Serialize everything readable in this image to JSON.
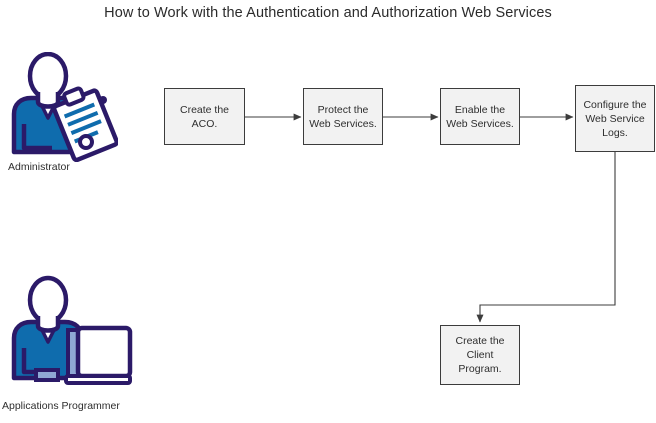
{
  "diagram": {
    "title": "How to Work with the Authentication and Authorization Web Services",
    "type": "flowchart",
    "colors": {
      "node_fill": "#f2f2f2",
      "node_border": "#3c3c3c",
      "connector": "#3c3c3c",
      "actor_outline": "#2b1a68",
      "actor_body": "#0f6cad",
      "actor_body_light": "#8fa8d4",
      "text": "#2e2e2e",
      "background": "#ffffff"
    },
    "nodes": [
      {
        "id": "aco",
        "label": "Create the ACO."
      },
      {
        "id": "protect",
        "label": "Protect the Web Services."
      },
      {
        "id": "enable",
        "label": "Enable the Web Services."
      },
      {
        "id": "configure",
        "label": "Configure the Web Service Logs."
      },
      {
        "id": "client",
        "label": "Create the Client Program."
      }
    ],
    "edges": [
      {
        "from": "aco",
        "to": "protect",
        "style": "straight-arrow"
      },
      {
        "from": "protect",
        "to": "enable",
        "style": "straight-arrow"
      },
      {
        "from": "enable",
        "to": "configure",
        "style": "straight-arrow"
      },
      {
        "from": "configure",
        "to": "client",
        "style": "elbow-arrow"
      }
    ],
    "actors": [
      {
        "id": "administrator",
        "label": "Administrator",
        "icon": "person-with-clipboard-icon"
      },
      {
        "id": "applications-programmer",
        "label": "Applications Programmer",
        "icon": "person-at-computer-icon"
      }
    ]
  }
}
